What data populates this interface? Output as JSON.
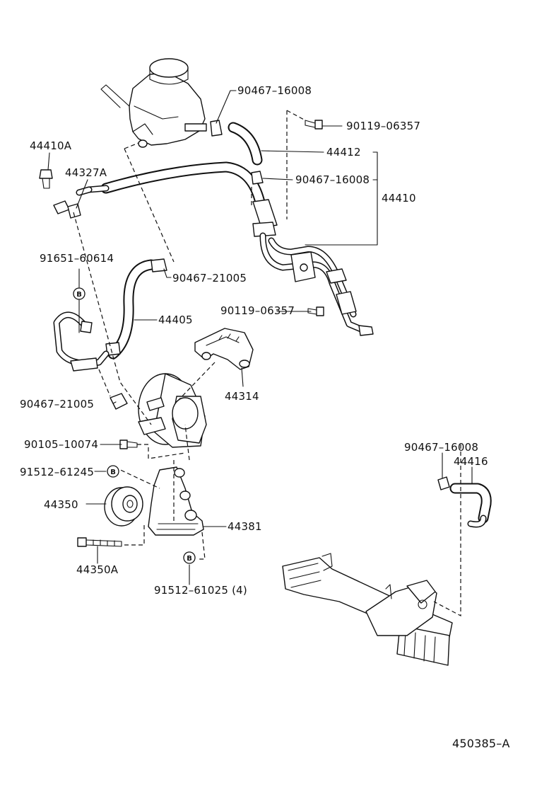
{
  "part_numbers": {
    "p90467_16008_top": "90467–16008",
    "p90119_06357_top": "90119–06357",
    "p44410A": "44410A",
    "p44412": "44412",
    "p44327A": "44327A",
    "p90467_16008_mid": "90467–16008",
    "p44410": "44410",
    "p91651_60614": "91651–60614",
    "p90467_21005_up": "90467–21005",
    "p90119_06357_low": "90119–06357",
    "p44405": "44405",
    "p44314": "44314",
    "p90467_21005_low": "90467–21005",
    "p90105_10074": "90105–10074",
    "p90467_16008_right": "90467–16008",
    "p44416": "44416",
    "p91512_61245": "91512–61245",
    "p44350": "44350",
    "p44381": "44381",
    "p44350A": "44350A",
    "p91512_61025": "91512–61025 (4)"
  },
  "markers": {
    "b": "B"
  },
  "figure_code": "450385–A"
}
